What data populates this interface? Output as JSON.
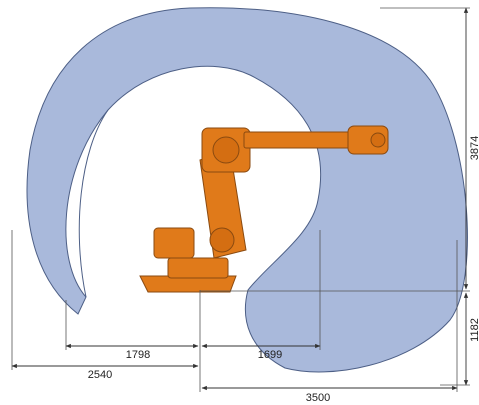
{
  "colors": {
    "workspace_fill": "#a9b9db",
    "workspace_stroke": "#4d5f86",
    "robot_orange": "#e07a1a",
    "robot_dark": "#8a4a10",
    "dimension_line": "#333333",
    "background": "#ffffff"
  },
  "dimensions": {
    "reach_inner_left": "1798",
    "reach_outer_left": "2540",
    "reach_front_inner": "1699",
    "reach_front_outer": "3500",
    "height_total": "3874",
    "height_below_base": "1182"
  }
}
